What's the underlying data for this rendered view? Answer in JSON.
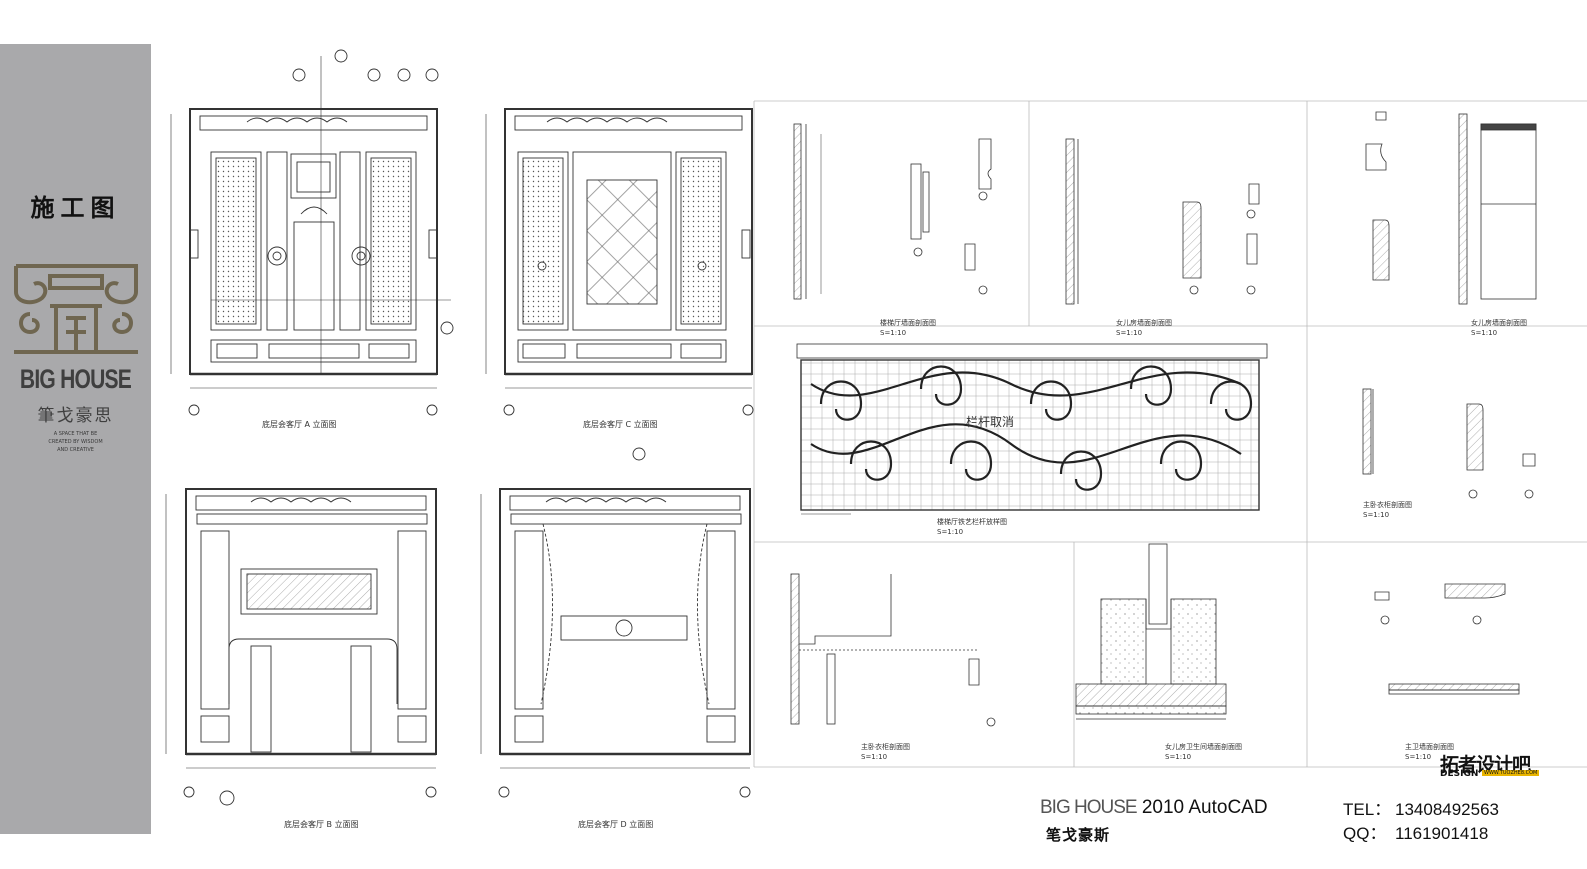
{
  "sidebar": {
    "title": "施工图",
    "brand": "BIG HOUSE",
    "brand_cn": "筆戈豪思",
    "tagline": [
      "A SPACE THAT BE",
      "CREATED BY WISDOM",
      "AND CREATIVE"
    ]
  },
  "drawing": {
    "panels": [
      {
        "title": "底层会客厅 A 立面图"
      },
      {
        "title": "底层会客厅 C 立面图"
      },
      {
        "title": "底层会客厅 B 立面图"
      },
      {
        "title": "底层会客厅 D 立面图"
      }
    ],
    "details": [
      {
        "title": "楼梯厅墙面剖面图",
        "scale": "S=1:10"
      },
      {
        "title": "女儿房墙面剖面图",
        "scale": "S=1:10"
      },
      {
        "title": "女儿房墙面剖面图",
        "scale": "S=1:10"
      },
      {
        "title": "楼梯厅铁艺栏杆放样图",
        "scale": "S=1:10"
      },
      {
        "title": "主卧衣柜剖面图",
        "scale": "S=1:10"
      },
      {
        "title": "主卧衣柜剖面图",
        "scale": "S=1:10"
      },
      {
        "title": "女儿房卫生间墙面剖面图",
        "scale": "S=1:10"
      },
      {
        "title": "主卫墙面剖面图",
        "scale": "S=1:10"
      }
    ],
    "railing_label": "栏杆取消"
  },
  "title_block": {
    "brand": "BIG HOUSE",
    "software": "2010 AutoCAD",
    "brand_cn": "笔戈豪斯",
    "tel_label": "TEL：",
    "tel": "13408492563",
    "qq_label": "QQ：",
    "qq": "1161901418"
  },
  "watermark": {
    "cn": "拓者设计吧",
    "en": "DESIGN",
    "url": "WWW.TUOZHE8.COM"
  }
}
